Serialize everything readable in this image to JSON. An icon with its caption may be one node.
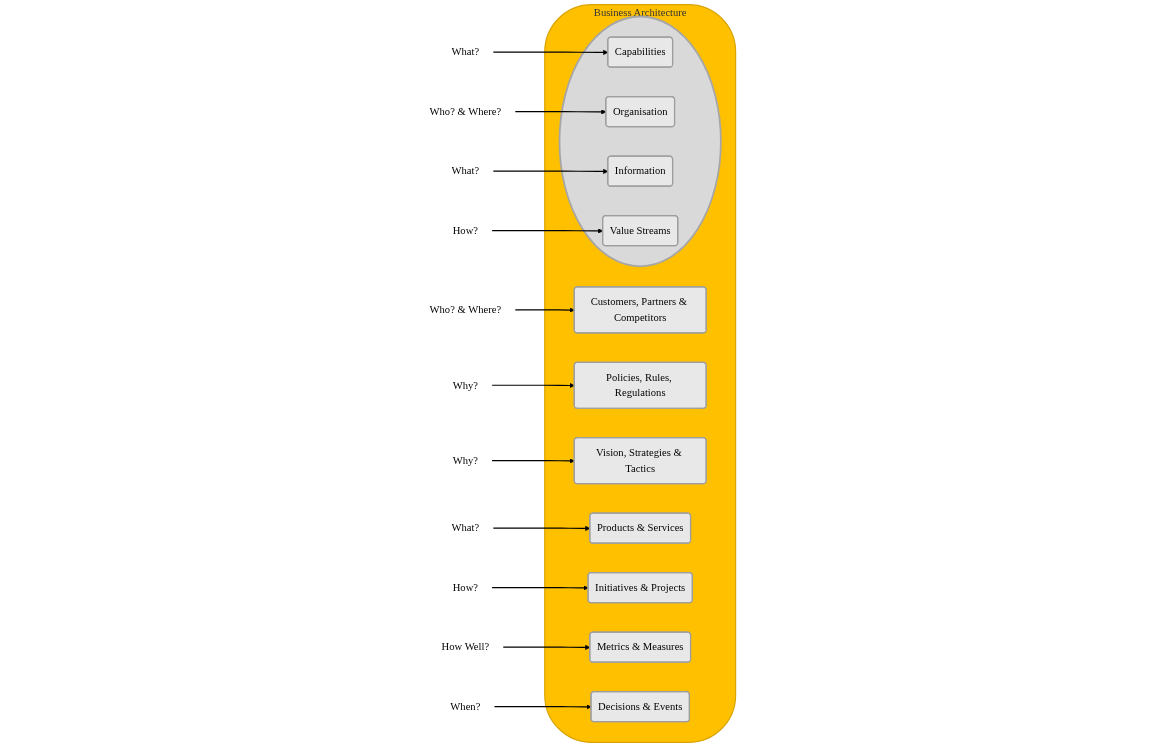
{
  "diagram": {
    "nodes": [
      {
        "text": [
          "Business Architecture"
        ]
      },
      {
        "text": [],
        "shape": "circle",
        "in": 0
      },
      {
        "text": [
          "Customers, Partners & Competitors"
        ],
        "in": 0
      },
      {
        "text": [
          "Policies, Rules, Regulations"
        ],
        "in": 0
      },
      {
        "text": [
          "Capabilities"
        ],
        "in": 1
      },
      {
        "text": [
          "Vision, Strategies & Tactics"
        ],
        "in": 0
      },
      {
        "text": [
          "Organisation"
        ],
        "in": 1
      },
      {
        "text": [
          "Information"
        ],
        "in": 1
      },
      {
        "text": [
          "Products & Services"
        ],
        "in": 0
      },
      {
        "text": [
          "Value Streams"
        ],
        "in": 1
      },
      {
        "text": [
          "Initiatives & Projects"
        ],
        "in": 0
      },
      {
        "text": [
          "Metrics & Measures"
        ],
        "in": 0
      },
      {
        "text": [
          "Decisions & Events"
        ],
        "in": 0
      },
      {
        "text": [
          "What?"
        ]
      },
      {
        "text": [
          "Who? & Where?"
        ]
      },
      {
        "text": [
          "Why?"
        ]
      },
      {
        "text": [
          "Why?"
        ]
      },
      {
        "text": [
          "Who? & Where?"
        ]
      },
      {
        "text": [
          "What?"
        ]
      },
      {
        "text": [
          "What?"
        ]
      },
      {
        "text": [
          "How?"
        ]
      },
      {
        "text": [
          "How?"
        ]
      },
      {
        "text": [
          "How Well?"
        ]
      },
      {
        "text": [
          "When?"
        ]
      }
    ],
    "edges": [
      {
        "from": 13,
        "to": 4,
        "arrow": "to"
      },
      {
        "from": 14,
        "to": 2,
        "arrow": "to"
      },
      {
        "from": 15,
        "to": 3,
        "arrow": "to"
      },
      {
        "from": 16,
        "to": 5,
        "arrow": "to"
      },
      {
        "from": 17,
        "to": 6,
        "arrow": "to"
      },
      {
        "from": 18,
        "to": 7,
        "arrow": "to"
      },
      {
        "from": 19,
        "to": 8,
        "arrow": "to"
      },
      {
        "from": 20,
        "to": 10,
        "arrow": "to"
      },
      {
        "from": 21,
        "to": 9,
        "arrow": "to"
      },
      {
        "from": 22,
        "to": 11,
        "arrow": "to"
      },
      {
        "from": 23,
        "to": 12,
        "arrow": "to"
      }
    ]
  }
}
